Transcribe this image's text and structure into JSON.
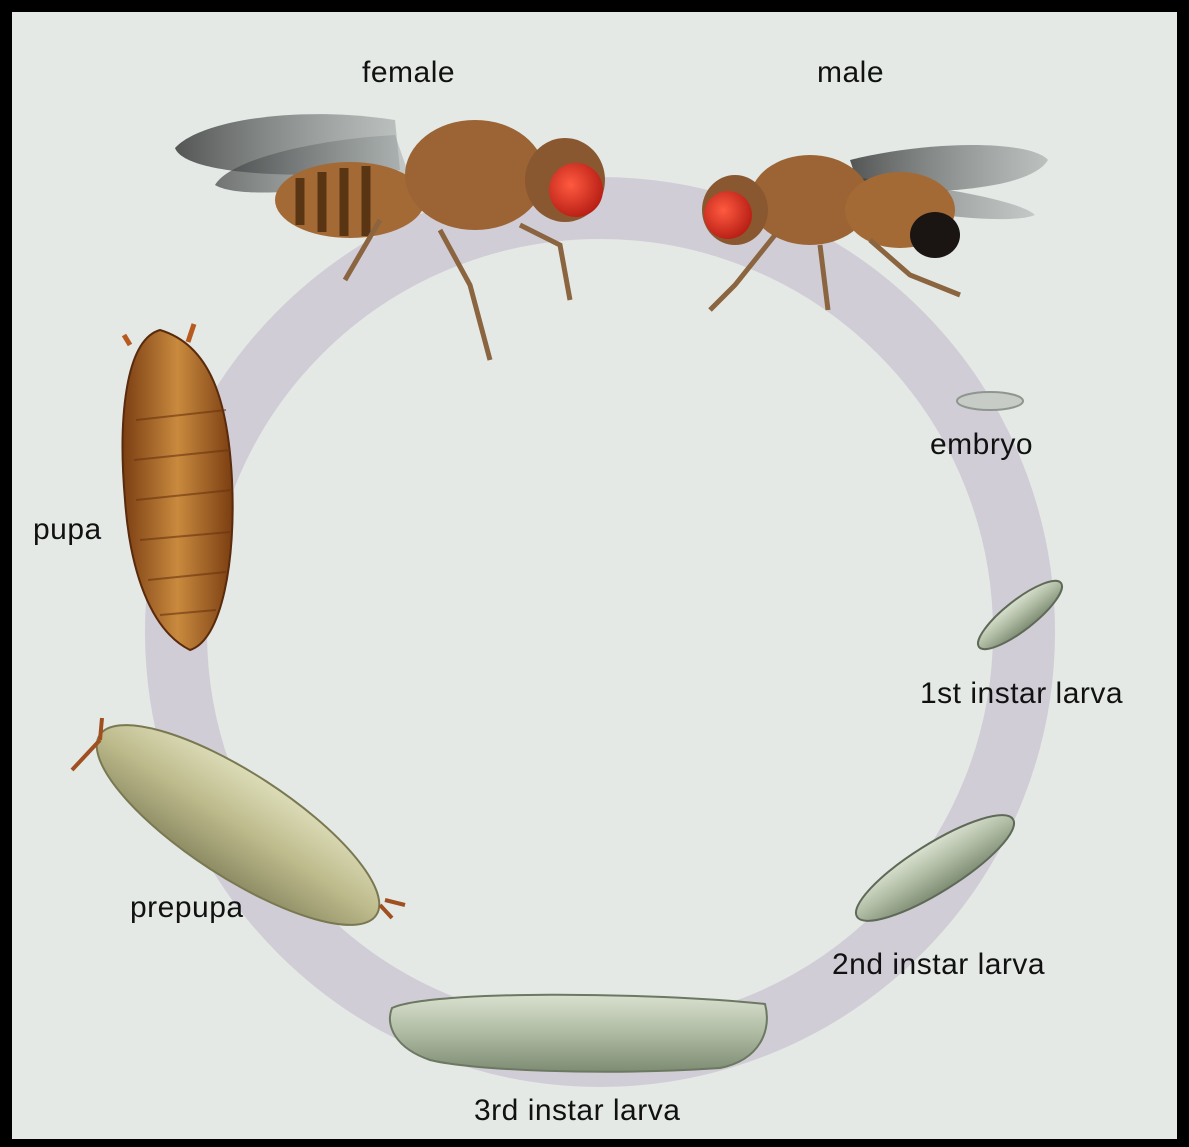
{
  "stages": {
    "female": "female",
    "male": "male",
    "embryo": "embryo",
    "first_instar": "1st instar larva",
    "second_instar": "2nd instar larva",
    "third_instar": "3rd instar larva",
    "prepupa": "prepupa",
    "pupa": "pupa"
  },
  "colors": {
    "background": "#e4e9e5",
    "cycle_ring": "#d0cdd6",
    "fly_body": "#a0683a",
    "fly_eye": "#e0281e",
    "pupa": "#b8742c",
    "larva": "#b9c6ac",
    "prepupa": "#c4c49a"
  }
}
